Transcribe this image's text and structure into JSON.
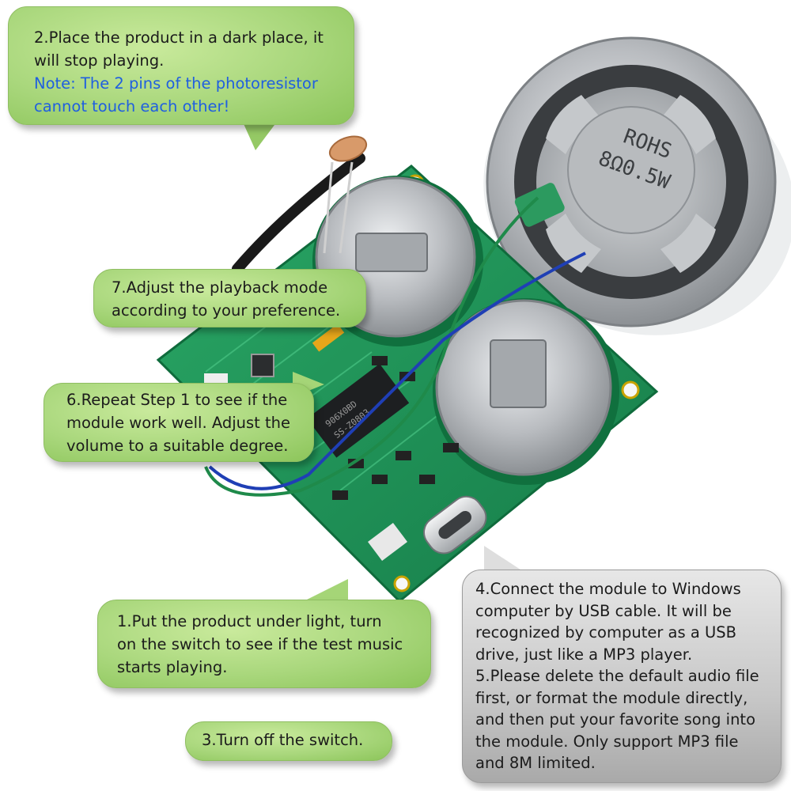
{
  "bubbles": {
    "step2": {
      "lines": [
        "2.Place the product in a dark place, it",
        "will stop playing."
      ],
      "note_lines": [
        "Note: The 2 pins of the photoresistor",
        "cannot touch each other!"
      ]
    },
    "step7": {
      "lines": [
        "7.Adjust the playback mode",
        "according to your preference."
      ]
    },
    "step6": {
      "lines": [
        "6.Repeat Step 1 to see if the",
        "module work well. Adjust the",
        "volume to a suitable degree."
      ]
    },
    "step1": {
      "lines": [
        "1.Put the product under light, turn",
        "on the switch to see if the test music",
        "starts playing."
      ]
    },
    "step3": {
      "lines": [
        "3.Turn off the switch."
      ]
    },
    "step45": {
      "lines": [
        "4.Connect the module to Windows",
        "computer by USB cable. It will be",
        "recognized by computer as a USB",
        "drive, just like a MP3 player.",
        "5.Please delete the default audio file",
        "first, or format the module directly,",
        "and then put your favorite song into",
        "the module. Only support MP3 file",
        "and 8M limited."
      ]
    }
  },
  "speaker": {
    "label_line1": "ROHS",
    "label_line2": "8Ω0.5W"
  },
  "chip": {
    "label_line1": "906X0BD",
    "label_line2": "SS-Z0803"
  },
  "colors": {
    "pcb": "#1f9a5a",
    "bubble_green": "#a9d77c",
    "bubble_gray": "#c7c7c7",
    "note_blue": "#1f5fe0",
    "metal": "#c9cbcd"
  }
}
